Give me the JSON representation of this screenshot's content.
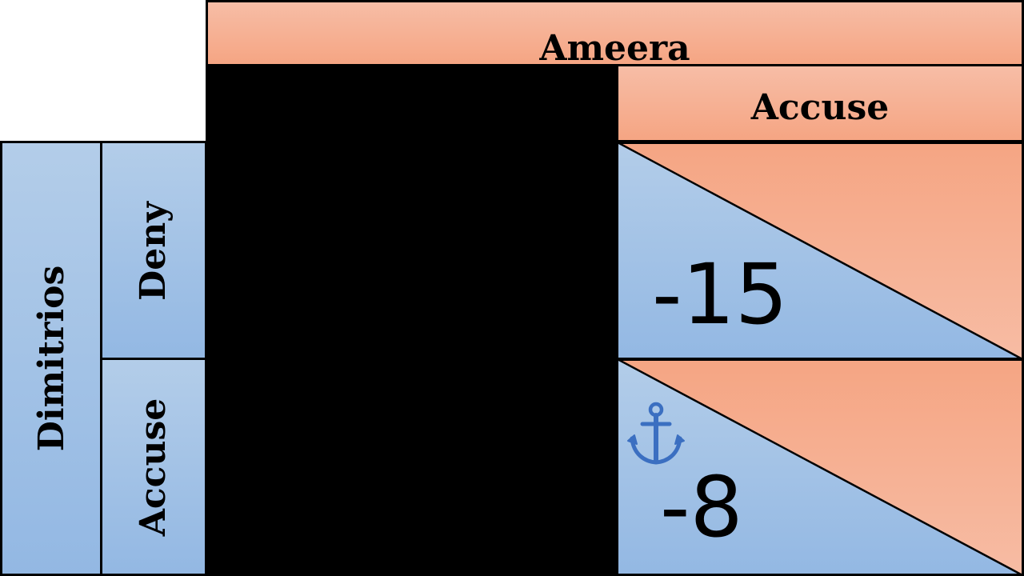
{
  "column_player": {
    "name": "Ameera",
    "strategies": [
      "Accuse"
    ]
  },
  "row_player": {
    "name": "Dimitrios",
    "strategies": [
      "Deny",
      "Accuse"
    ]
  },
  "cells": [
    {
      "row_strategy": "Deny",
      "col_strategy": "Accuse",
      "row_payoff": "-15",
      "has_anchor": false
    },
    {
      "row_strategy": "Accuse",
      "col_strategy": "Accuse",
      "row_payoff": "-8",
      "has_anchor": true
    }
  ],
  "colors": {
    "column_player": "#f5a583",
    "row_player": "#93b8e3",
    "hidden_region": "#000000",
    "anchor": "#3b6fc1"
  },
  "icons": {
    "anchor": "anchor-icon"
  }
}
